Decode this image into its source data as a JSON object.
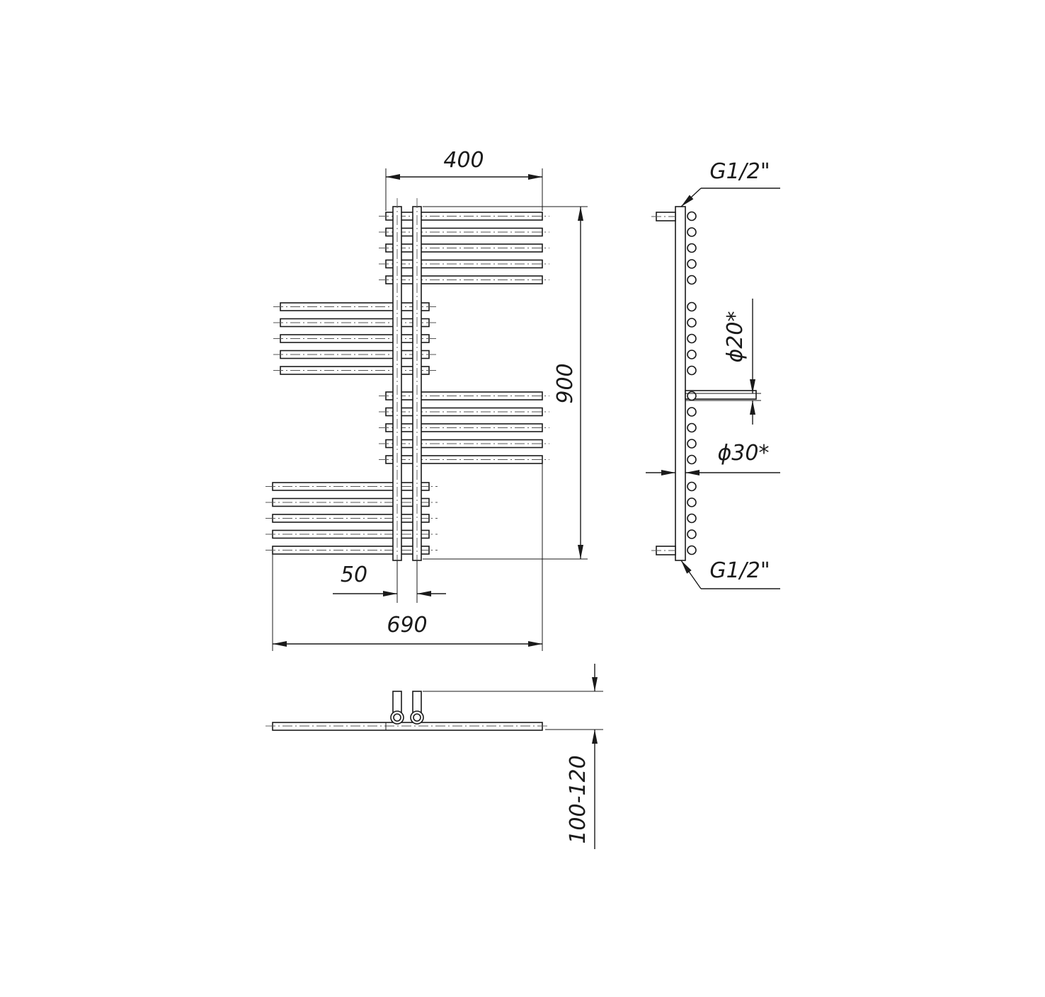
{
  "dimensions": {
    "top_width": "400",
    "total_height": "900",
    "pipe_spacing": "50",
    "total_width": "690",
    "wall_distance": "100-120",
    "connection_top": "G1/2\"",
    "connection_bottom": "G1/2\"",
    "bar_diameter": "ϕ20*",
    "collector_diameter": "ϕ30*"
  },
  "front_view": {
    "bar_groups": [
      {
        "side": "right",
        "bars": 5
      },
      {
        "side": "left",
        "bars": 5
      },
      {
        "side": "right",
        "bars": 5
      },
      {
        "side": "left",
        "bars": 5
      }
    ]
  },
  "side_view": {
    "bar_circles": 20
  }
}
